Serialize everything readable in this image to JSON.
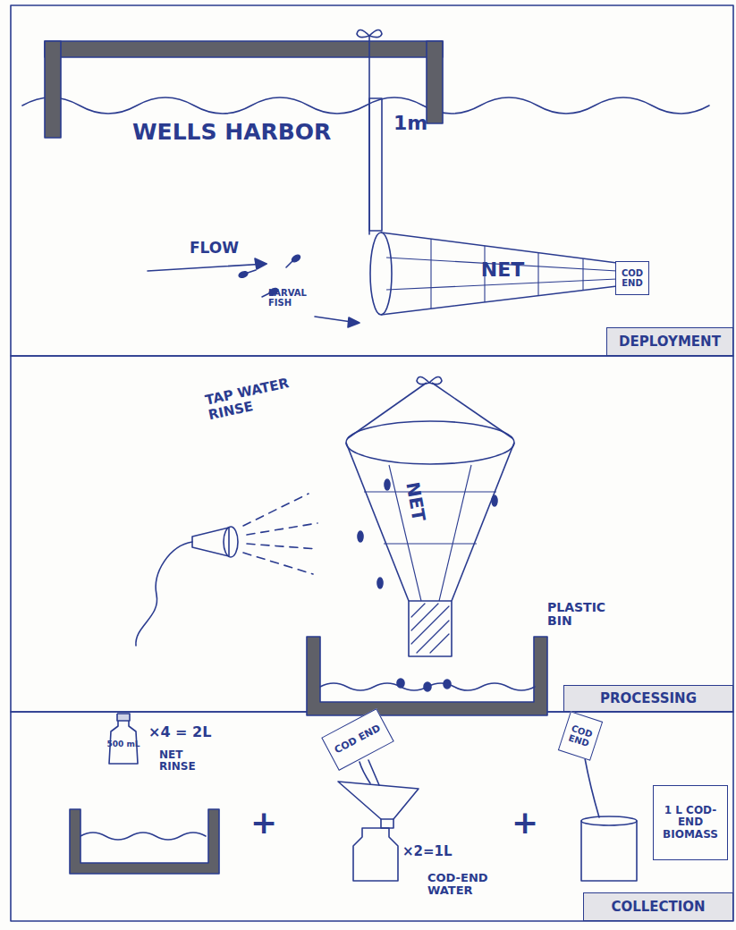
{
  "diagram": {
    "nodes": [
      {
        "text": [
          "NET"
        ]
      },
      {
        "text": [
          "COD END"
        ]
      },
      {
        "text": [
          "DEPLOYMENT"
        ]
      },
      {
        "text": [
          "NET"
        ]
      },
      {
        "text": [
          "PROCESSING"
        ]
      },
      {
        "text": [
          "500 mL"
        ]
      },
      {
        "text": [
          "COD END"
        ]
      },
      {
        "text": [
          "COD END"
        ]
      },
      {
        "text": [
          "1 L COD-END BIOMASS"
        ]
      },
      {
        "text": [
          "COLLECTION"
        ]
      }
    ],
    "labels": [
      "WELLS HARBOR",
      "1m",
      "FLOW",
      "LARVAL FISH",
      "TAP WATER RINSE",
      "PLASTIC BIN",
      "×4 = 2L",
      "NET RINSE",
      "+",
      "×2=1L",
      "COD-END WATER",
      "+"
    ]
  }
}
